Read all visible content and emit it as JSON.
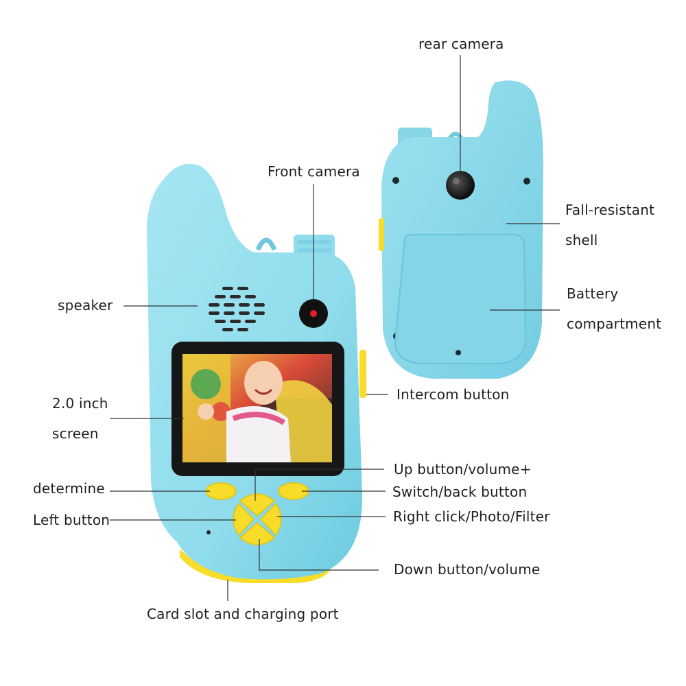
{
  "labels": {
    "rear_camera": "rear camera",
    "front_camera": "Front camera",
    "fall_resistant_1": "Fall-resistant",
    "fall_resistant_2": "shell",
    "battery_1": "Battery",
    "battery_2": "compartment",
    "speaker": "speaker",
    "intercom_button": "Intercom button",
    "screen_1": "2.0 inch",
    "screen_2": "screen",
    "up_button": "Up button/volume+",
    "determine": "determine",
    "switch_back": "Switch/back button",
    "left_button": "Left button",
    "right_click": "Right click/Photo/Filter",
    "down_button": "Down button/volume",
    "card_slot": "Card slot and charging port"
  },
  "colors": {
    "body_blue": "#8fdcec",
    "body_blue_dark": "#6fc8dc",
    "button_yellow": "#f7dc2a",
    "screen_bezel": "#161616",
    "lens_red": "#e0202a",
    "leader_line": "#333333"
  }
}
